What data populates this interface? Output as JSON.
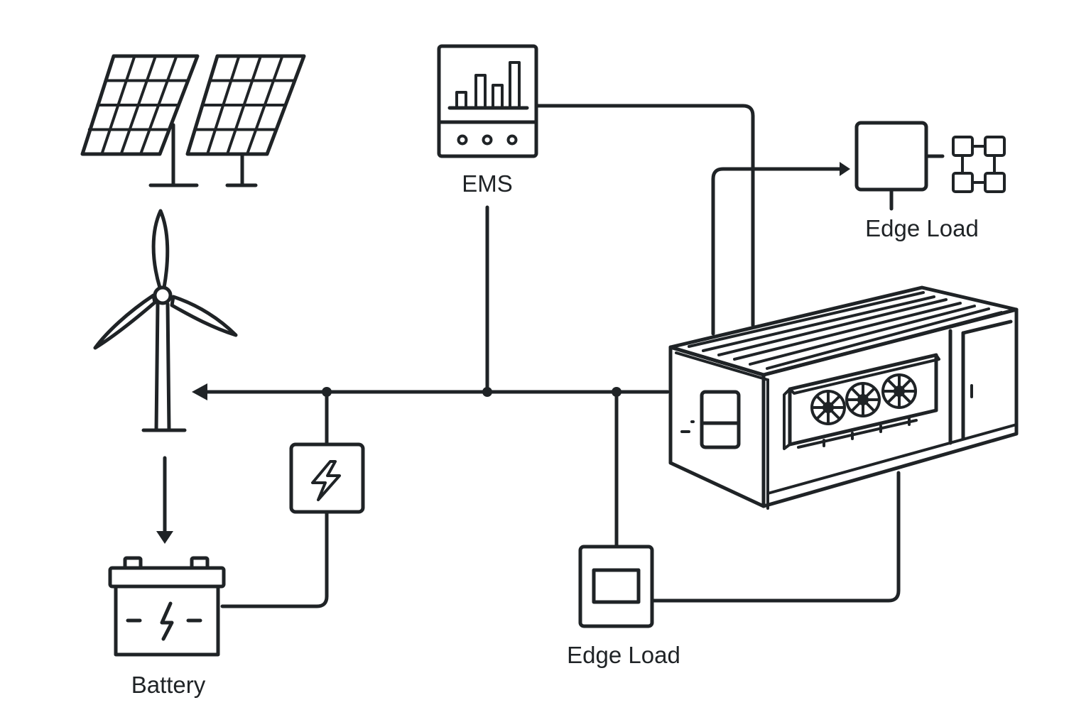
{
  "labels": {
    "ems": "EMS",
    "edge_load_top": "Edge Load",
    "edge_load_bottom": "Edge Load",
    "battery": "Battery"
  }
}
